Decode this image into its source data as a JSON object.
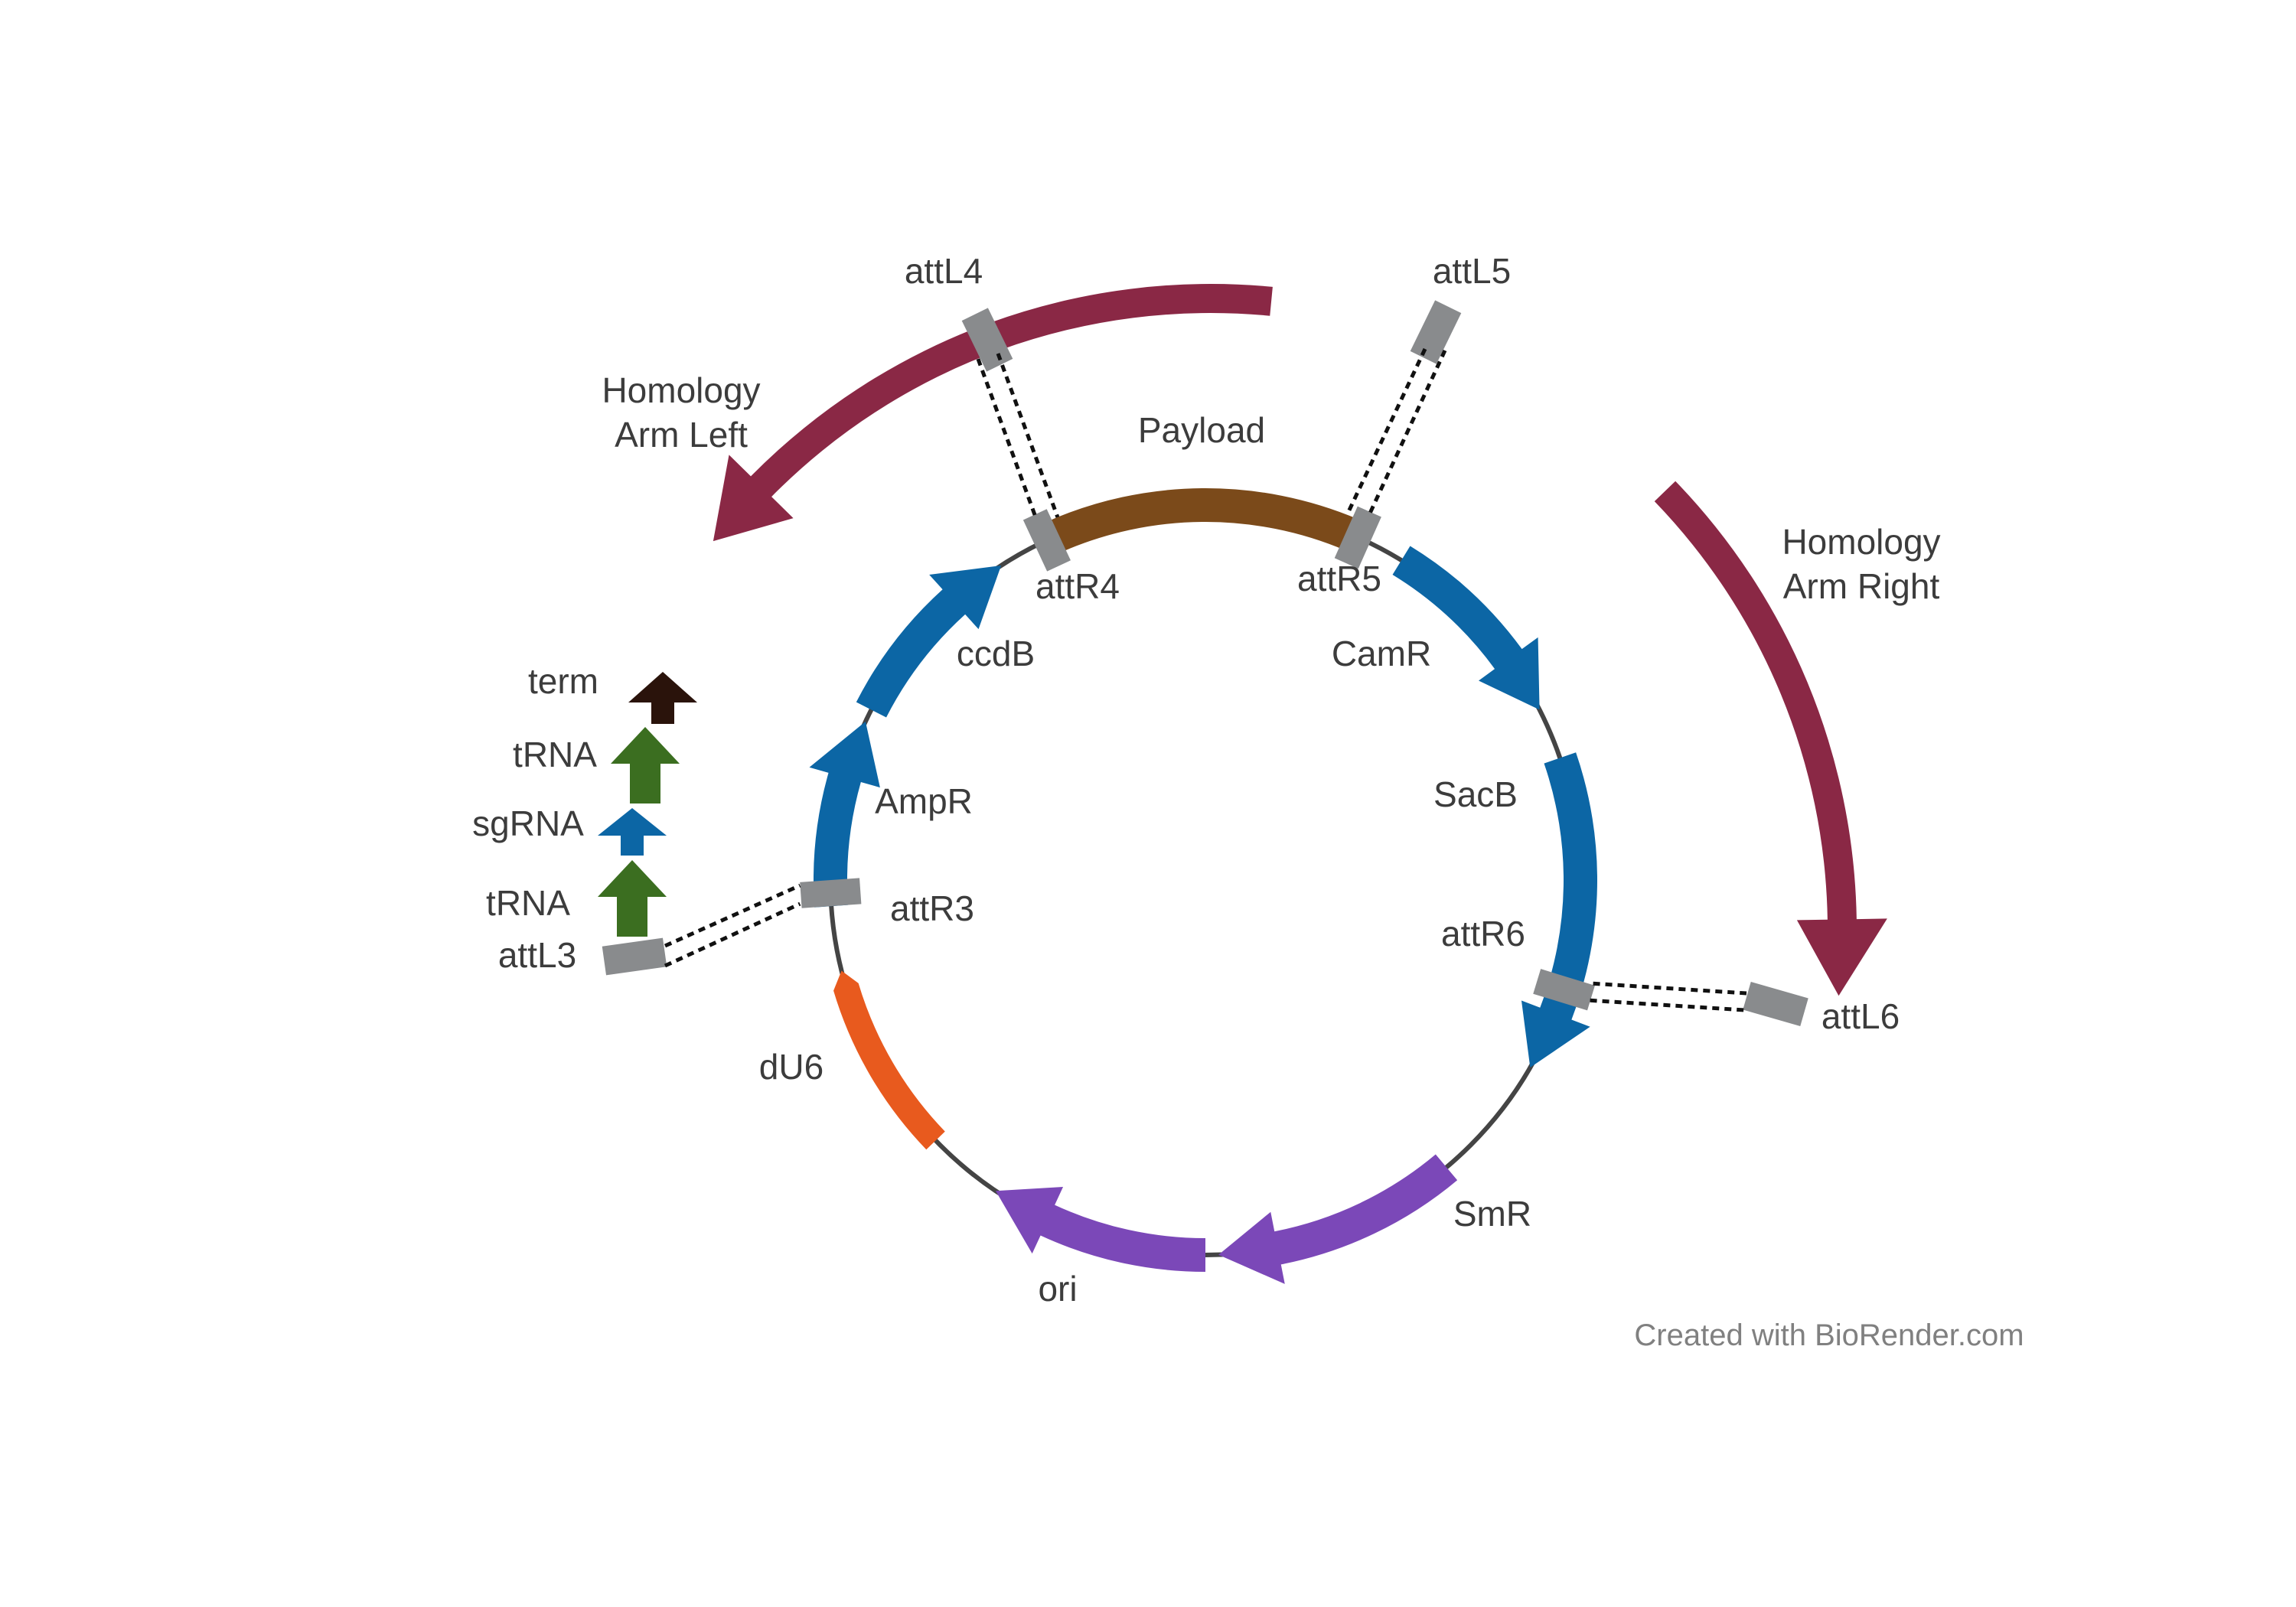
{
  "colors": {
    "backbone": "#444444",
    "homology": "#8a2845",
    "payload": "#7b4a1a",
    "blue": "#0c66a5",
    "purple": "#7b48b8",
    "orange": "#e85a1e",
    "gray_site": "#898b8d",
    "green": "#3b6e20",
    "term": "#2a130b",
    "label": "#3c3c3c",
    "credit": "#808080"
  },
  "features": {
    "payload": "Payload",
    "camr": "CamR",
    "sacb": "SacB",
    "smr": "SmR",
    "ori": "ori",
    "du6": "dU6",
    "ampr": "AmpR",
    "ccdb": "ccdB"
  },
  "sites": {
    "attr3": "attR3",
    "attr4": "attR4",
    "attr5": "attR5",
    "attr6": "attR6",
    "attl3": "attL3",
    "attl4": "attL4",
    "attl5": "attL5",
    "attl6": "attL6"
  },
  "homology": {
    "left_line1": "Homology",
    "left_line2": "Arm Left",
    "right_line1": "Homology",
    "right_line2": "Arm Right"
  },
  "insert_stack": {
    "term": "term",
    "trna_top": "tRNA",
    "sgrna": "sgRNA",
    "trna_bottom": "tRNA"
  },
  "credit": "Created with BioRender.com"
}
